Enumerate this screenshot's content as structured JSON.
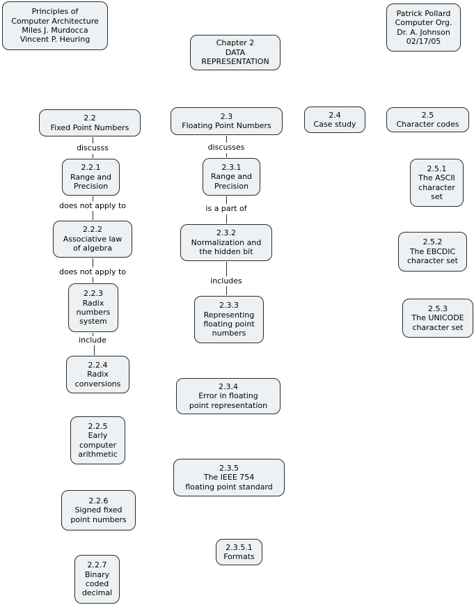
{
  "diagram": {
    "header": {
      "book_info": "Principles of\nComputer Architecture\nMiles J. Murdocca\nVincent P. Heuring",
      "chapter_title": "Chapter 2\nDATA\nREPRESENTATION",
      "author_info": "Patrick Pollard\nComputer Org.\nDr. A. Johnson\n02/17/05"
    },
    "sections": {
      "s22": "2.2\nFixed Point Numbers",
      "s23": "2.3\nFloating Point Numbers",
      "s24": "2.4\nCase study",
      "s25": "2.5\nCharacter codes"
    },
    "fixed_point": {
      "s221": "2.2.1\nRange and\nPrecision",
      "s222": "2.2.2\nAssociative law\nof algebra",
      "s223": "2.2.3\nRadix\nnumbers\nsystem",
      "s224": "2.2.4\nRadix\nconversions",
      "s225": "2.2.5\nEarly\ncomputer\narithmetic",
      "s226": "2.2.6\nSigned fixed\npoint numbers",
      "s227": "2.2.7\nBinary\ncoded\ndecimal"
    },
    "floating_point": {
      "s231": "2.3.1\nRange and\nPrecision",
      "s232": "2.3.2\nNormalization and\nthe hidden bit",
      "s233": "2.3.3\nRepresenting\nfloating point\nnumbers",
      "s234": "2.3.4\nError in floating\npoint representation",
      "s235": "2.3.5\nThe IEEE 754\nfloating point standard",
      "s2351": "2.3.5.1\nFormats"
    },
    "character_codes": {
      "s251": "2.5.1\nThe ASCII\ncharacter\nset",
      "s252": "2.5.2\nThe EBCDIC\ncharacter set",
      "s253": "2.5.3\nThe UNICODE\ncharacter set"
    },
    "edge_labels": {
      "l22": "discusss",
      "l221": "does not apply to",
      "l222": "does not apply to",
      "l223": "include",
      "l23": "discusses",
      "l231": "is a part of",
      "l232": "includes"
    },
    "colors": {
      "node_fill": "#edf1f3",
      "node_border": "#2a2a2a",
      "text": "#000000",
      "background": "#ffffff"
    }
  }
}
